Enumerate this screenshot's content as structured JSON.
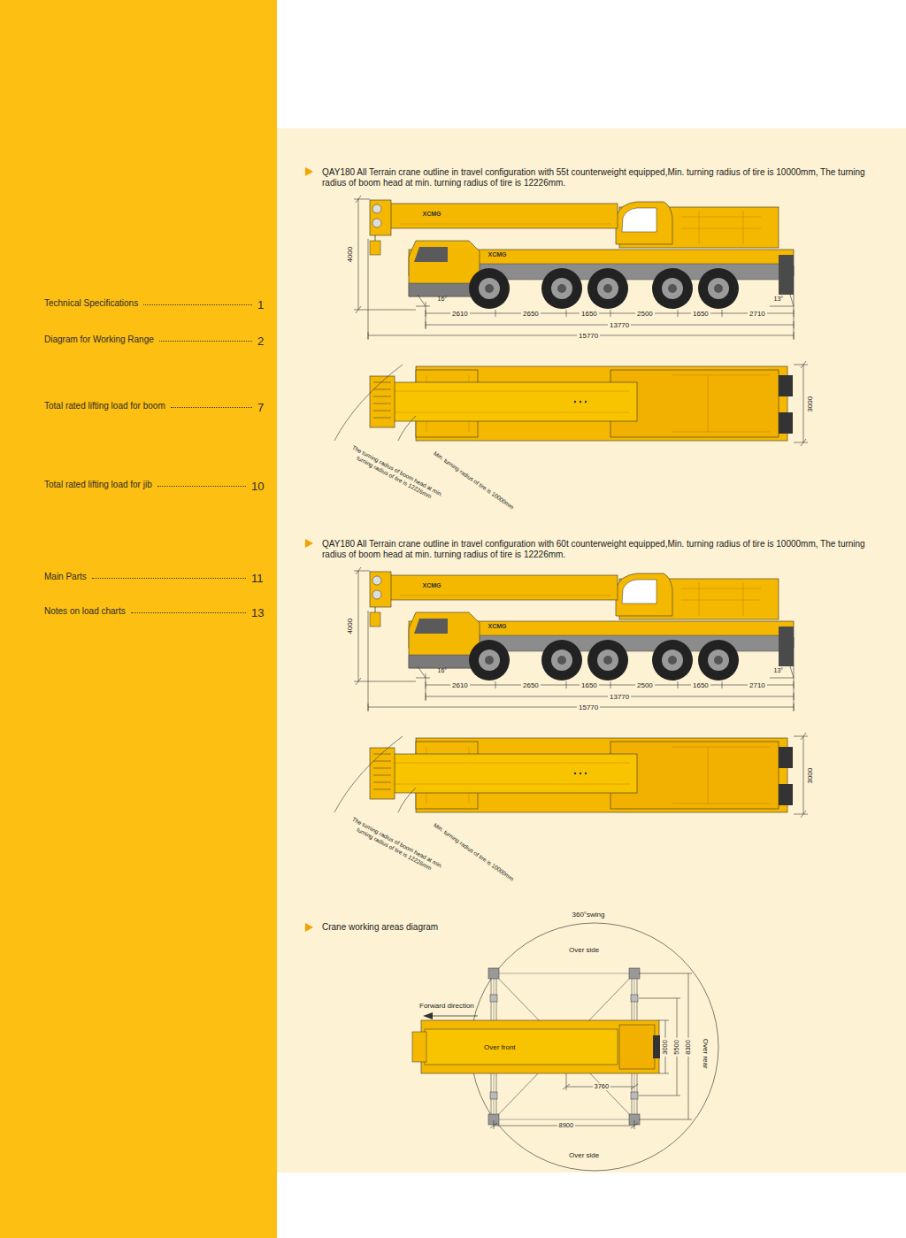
{
  "diagram": {
    "labels": [
      "Technical Specifications",
      "1",
      "Diagram for Working Range",
      "2",
      "Total rated lifting load for boom",
      "7",
      "Total rated lifting load for jib",
      "10",
      "Main Parts",
      "11",
      "Notes on load charts",
      "13",
      "QAY180 All Terrain crane outline in travel configuration with 55t counterweight equipped,Min. turning radius of tire is 10000mm, The turning radius of boom head at min. turning radius of tire is 12226mm.",
      "XCMG",
      "XCMG",
      "4000",
      "16°",
      "2610",
      "2650",
      "1650",
      "2500",
      "1650",
      "2710",
      "13°",
      "13770",
      "15770",
      "3000",
      "The turning radius of boom head at min. turning radius of tire is 12226mm",
      "Min. turning radius of tire is 10000mm",
      "QAY180 All Terrain crane outline in travel configuration with 60t counterweight equipped,Min. turning radius of tire is 10000mm, The turning radius of boom head at min. turning radius of tire is 12226mm.",
      "XCMG",
      "XCMG",
      "4000",
      "16°",
      "2610",
      "2650",
      "1650",
      "2500",
      "1650",
      "2710",
      "13°",
      "13770",
      "15770",
      "3000",
      "The turning radius of boom head at min. turning radius of tire is 12226mm",
      "Min. turning radius of tire is 10000mm",
      "Crane working areas diagram",
      "360°swing",
      "Over side",
      "Forward direction",
      "Over front",
      "3000",
      "5500",
      "8300",
      "Over rear",
      "3760",
      "8900",
      "Over side"
    ]
  }
}
